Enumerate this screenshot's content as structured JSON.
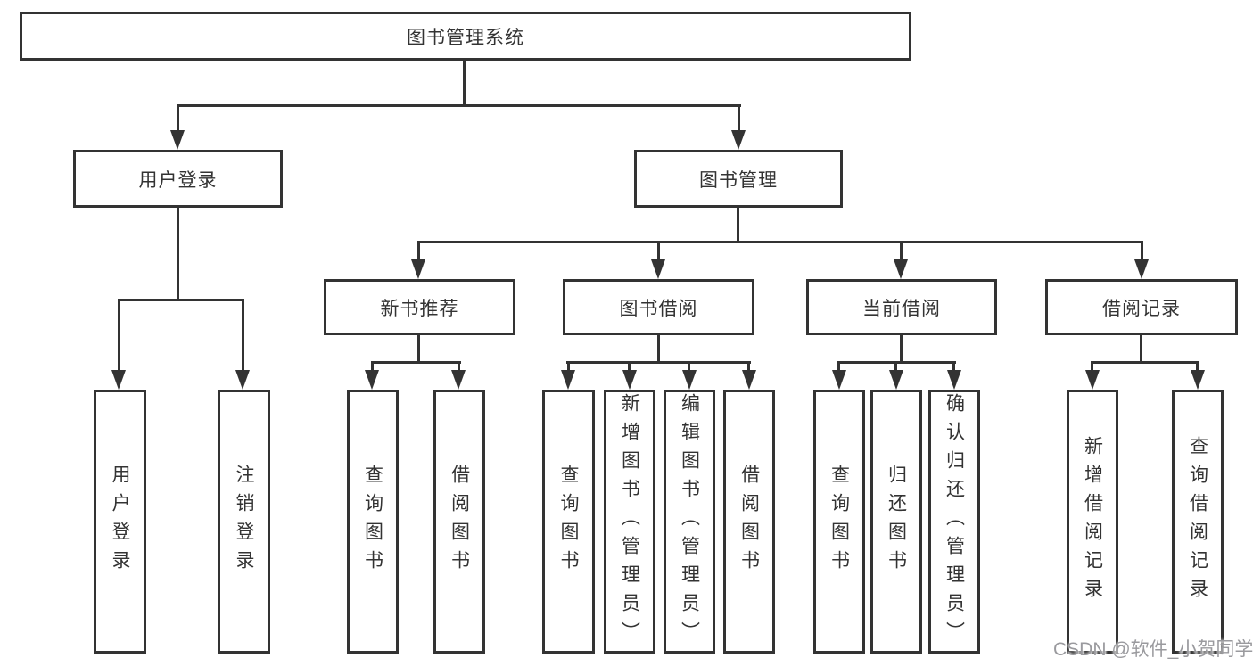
{
  "diagram": {
    "root": {
      "label": "图书管理系统"
    },
    "level2": [
      {
        "id": "user-login",
        "label": "用户登录"
      },
      {
        "id": "book-management",
        "label": "图书管理"
      }
    ],
    "level3": [
      {
        "id": "new-book-recommend",
        "label": "新书推荐"
      },
      {
        "id": "book-borrow",
        "label": "图书借阅"
      },
      {
        "id": "current-borrow",
        "label": "当前借阅"
      },
      {
        "id": "borrow-records",
        "label": "借阅记录"
      }
    ],
    "leaves": [
      {
        "id": "leaf-user-login",
        "label": "用户登录"
      },
      {
        "id": "leaf-logout",
        "label": "注销登录"
      },
      {
        "id": "leaf-query-books-1",
        "label": "查询图书"
      },
      {
        "id": "leaf-borrow-books-1",
        "label": "借阅图书"
      },
      {
        "id": "leaf-query-books-2",
        "label": "查询图书"
      },
      {
        "id": "leaf-add-book-admin",
        "label": "新增图书（管理员）"
      },
      {
        "id": "leaf-edit-book-admin",
        "label": "编辑图书（管理员）"
      },
      {
        "id": "leaf-borrow-books-2",
        "label": "借阅图书"
      },
      {
        "id": "leaf-query-books-3",
        "label": "查询图书"
      },
      {
        "id": "leaf-return-books",
        "label": "归还图书"
      },
      {
        "id": "leaf-confirm-return-admin",
        "label": "确认归还（管理员）"
      },
      {
        "id": "leaf-add-borrow-record",
        "label": "新增借阅记录"
      },
      {
        "id": "leaf-query-borrow-record",
        "label": "查询借阅记录"
      }
    ],
    "watermark": "CSDN @软件_小贺同学",
    "colors": {
      "line": "#333333",
      "text": "#333333",
      "box_background": "#ffffff",
      "page_background": "#ffffff",
      "watermark": "#9a9a9e"
    }
  }
}
